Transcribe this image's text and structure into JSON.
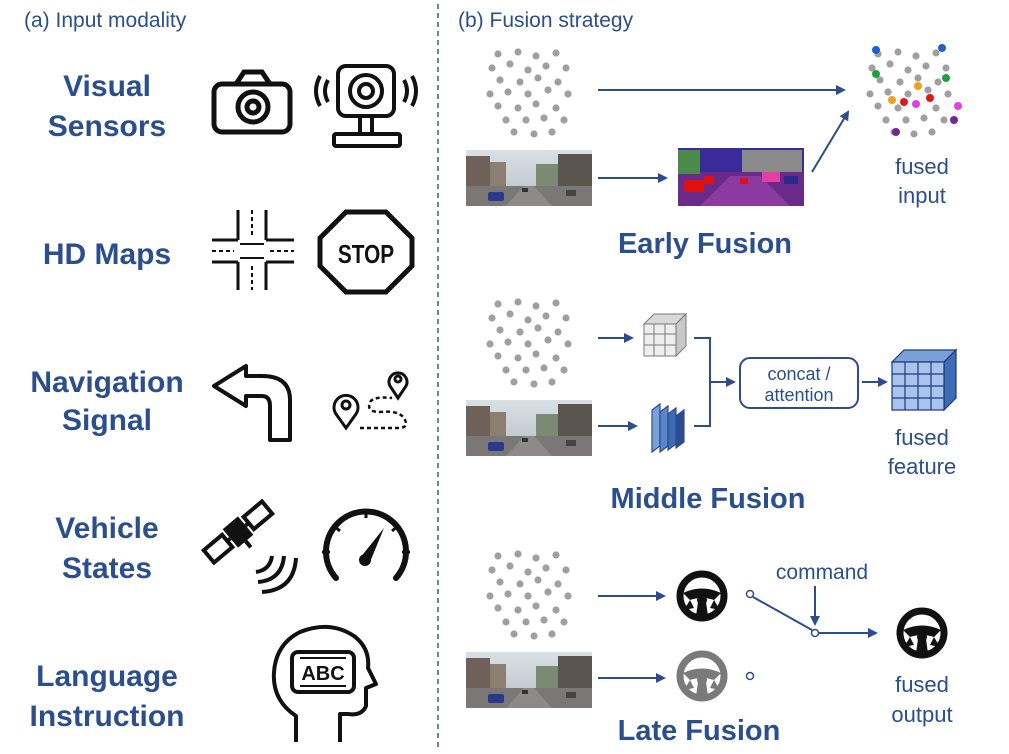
{
  "left_panel": {
    "title": "(a) Input modality",
    "modalities": [
      {
        "line1": "Visual",
        "line2": "Sensors",
        "icons": [
          "camera-icon",
          "dashcam-icon"
        ]
      },
      {
        "line1": "HD Maps",
        "line2": "",
        "icons": [
          "intersection-map-icon",
          "stop-sign-icon"
        ]
      },
      {
        "line1": "Navigation",
        "line2": "Signal",
        "icons": [
          "turn-left-arrow-icon",
          "route-pins-icon"
        ]
      },
      {
        "line1": "Vehicle",
        "line2": "States",
        "icons": [
          "satellite-gps-icon",
          "speedometer-icon"
        ]
      },
      {
        "line1": "Language",
        "line2": "Instruction",
        "icons": [
          "head-abc-icon"
        ]
      }
    ],
    "stop_text": "STOP",
    "abc_text": "ABC"
  },
  "right_panel": {
    "title": "(b) Fusion strategy",
    "early": {
      "label": "Early Fusion",
      "output_line1": "fused",
      "output_line2": "input"
    },
    "middle": {
      "label": "Middle Fusion",
      "op_line1": "concat /",
      "op_line2": "attention",
      "output_line1": "fused",
      "output_line2": "feature"
    },
    "late": {
      "label": "Late Fusion",
      "command_label": "command",
      "output_line1": "fused",
      "output_line2": "output"
    }
  },
  "colors": {
    "heading_blue": "#2a4f8c",
    "arrow_blue": "#2c4c8f",
    "point_gray": "#a0a0a0",
    "icon_black": "#111111",
    "wheel_gray": "#7a7a7a",
    "divider": "#3a5a9a"
  }
}
